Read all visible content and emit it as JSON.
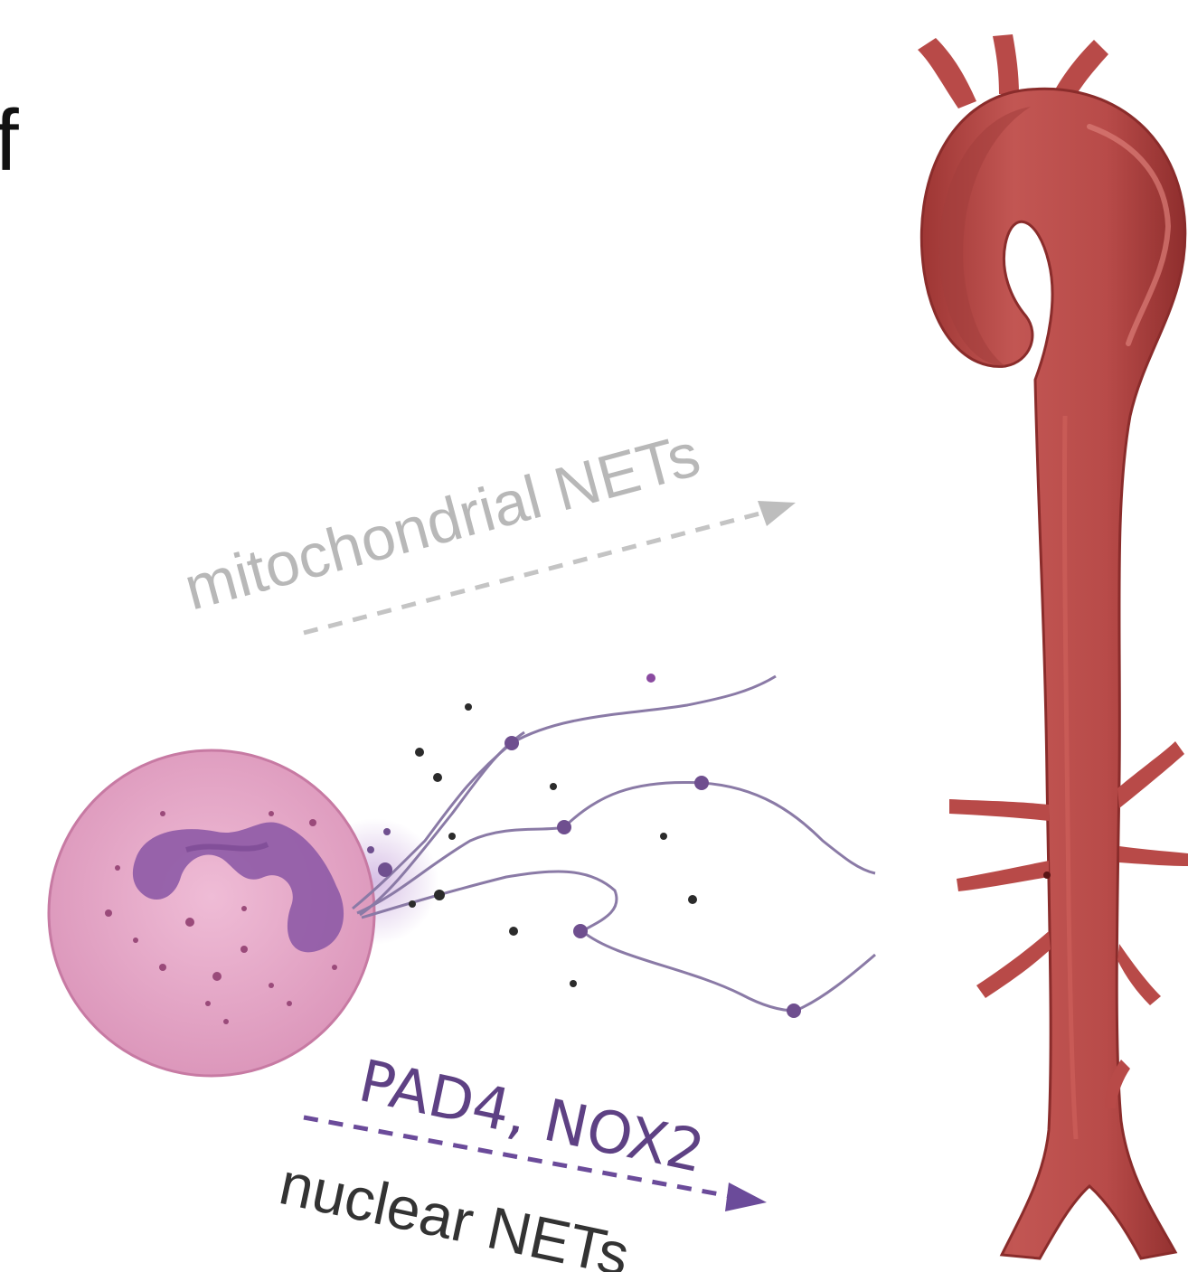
{
  "labels": {
    "top_fragment": "f",
    "mitochondrial": "mitochondrial NETs",
    "enzymes": "PAD4, NOX2",
    "nuclear": "nuclear NETs"
  },
  "colors": {
    "aorta_fill": "#b94a48",
    "aorta_dark": "#8e2f2e",
    "aorta_light": "#d8726e",
    "cell_fill": "#e2a6c4",
    "cell_stroke": "#c77aa3",
    "nucleus": "#8e5aa6",
    "net_strand": "#8a7aa6",
    "net_node": "#6f4f8f",
    "grey_arrow": "#bdbdbd",
    "purple_arrow": "#6b4b9a",
    "purple_text": "#5e4184",
    "dot": "#2b2b2b"
  }
}
